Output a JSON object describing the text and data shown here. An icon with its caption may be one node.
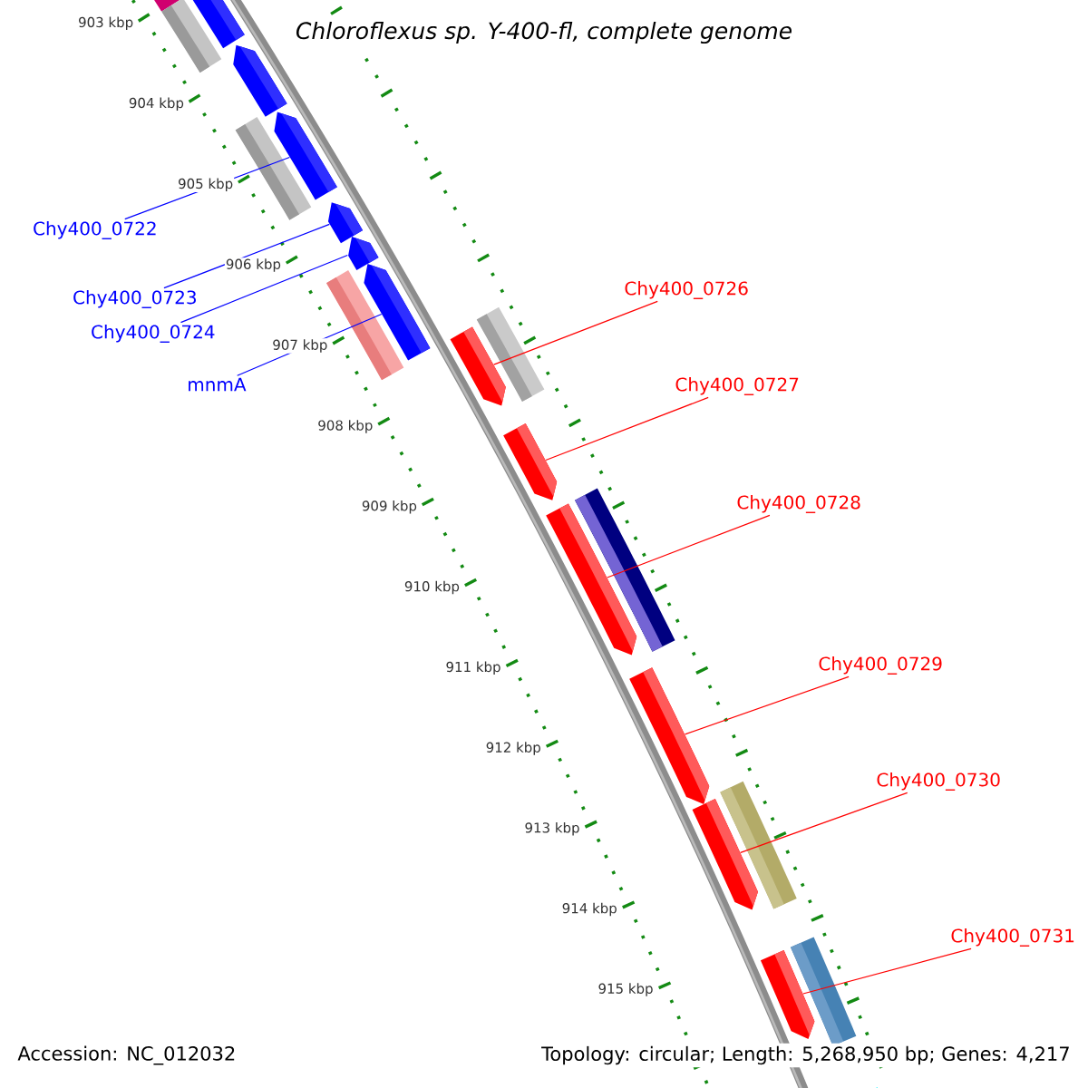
{
  "diagram": {
    "title": "Chloroflexus sp. Y-400-fl, complete genome",
    "nodes": [
      {
        "text": [
          "Chy400_0722"
        ]
      },
      {
        "text": [],
        "shape": "arrow"
      },
      {
        "text": [
          "Chy400_0723"
        ]
      },
      {
        "text": [],
        "shape": "arrow"
      },
      {
        "text": [
          "Chy400_0724"
        ]
      },
      {
        "text": [],
        "shape": "arrow"
      },
      {
        "text": [
          "mnmA"
        ]
      },
      {
        "text": [],
        "shape": "arrow"
      },
      {
        "text": [
          "Chy400_0726"
        ]
      },
      {
        "text": [],
        "shape": "arrow"
      },
      {
        "text": [
          "Chy400_0727"
        ]
      },
      {
        "text": [],
        "shape": "arrow"
      },
      {
        "text": [
          "Chy400_0728"
        ]
      },
      {
        "text": [],
        "shape": "arrow"
      },
      {
        "text": [
          "Chy400_0729"
        ]
      },
      {
        "text": [],
        "shape": "arrow"
      },
      {
        "text": [
          "Chy400_0730"
        ]
      },
      {
        "text": [],
        "shape": "arrow"
      },
      {
        "text": [
          "Chy400_0731"
        ]
      },
      {
        "text": [],
        "shape": "arrow"
      }
    ],
    "edges": [
      {
        "from": 0,
        "to": 1,
        "arrow": "none",
        "color": "#0000ff"
      },
      {
        "from": 2,
        "to": 3,
        "arrow": "none",
        "color": "#0000ff"
      },
      {
        "from": 4,
        "to": 5,
        "arrow": "none",
        "color": "#0000ff"
      },
      {
        "from": 6,
        "to": 7,
        "arrow": "none",
        "color": "#0000ff"
      },
      {
        "from": 8,
        "to": 9,
        "arrow": "none"
      },
      {
        "from": 10,
        "to": 11,
        "arrow": "none"
      },
      {
        "from": 12,
        "to": 13,
        "arrow": "none"
      },
      {
        "from": 14,
        "to": 15,
        "arrow": "none"
      },
      {
        "from": 16,
        "to": 17,
        "arrow": "none"
      },
      {
        "from": 18,
        "to": 19,
        "arrow": "none"
      }
    ],
    "labels": [
      "903 kbp",
      "904 kbp",
      "905 kbp",
      "906 kbp",
      "907 kbp",
      "908 kbp",
      "909 kbp",
      "910 kbp",
      "911 kbp",
      "912 kbp",
      "913 kbp",
      "914 kbp",
      "915 kbp",
      "Accession: NC_012032",
      "Topology: circular; Length: 5,268,950 bp; Genes: 4,217"
    ]
  }
}
